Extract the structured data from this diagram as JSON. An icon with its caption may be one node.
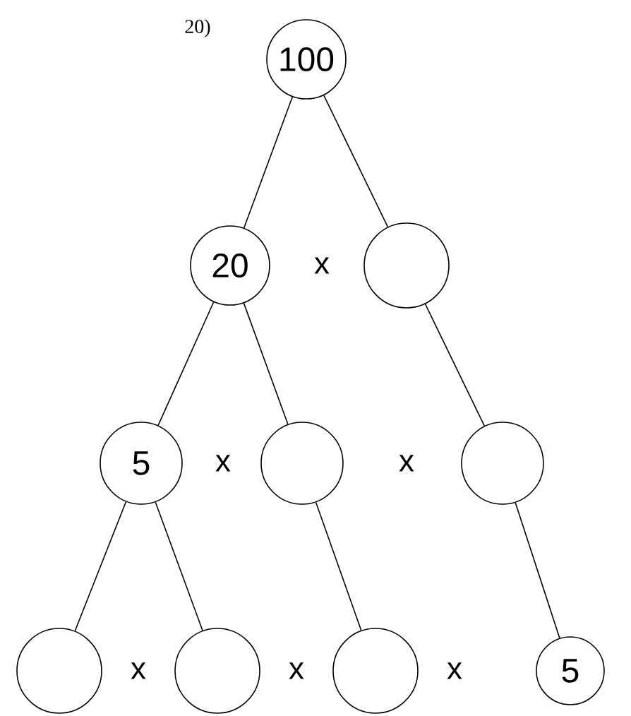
{
  "diagram": {
    "nodes": [
      {
        "text": [
          "100"
        ]
      },
      {
        "text": [
          "20"
        ]
      },
      {
        "text": [],
        "shape": "circle"
      },
      {
        "text": [
          "5"
        ]
      },
      {
        "text": [],
        "shape": "circle"
      },
      {
        "text": [],
        "shape": "circle"
      },
      {
        "text": [],
        "shape": "circle"
      },
      {
        "text": [],
        "shape": "circle"
      },
      {
        "text": [],
        "shape": "circle"
      },
      {
        "text": [
          "5"
        ]
      }
    ],
    "edges": [
      {
        "from": 0,
        "to": 1,
        "arrow": "none"
      },
      {
        "from": 0,
        "to": 2,
        "arrow": "none"
      },
      {
        "from": 1,
        "to": 3,
        "arrow": "none"
      },
      {
        "from": 1,
        "to": 4,
        "arrow": "none"
      },
      {
        "from": 2,
        "to": 5,
        "arrow": "none"
      },
      {
        "from": 3,
        "to": 6,
        "arrow": "none"
      },
      {
        "from": 3,
        "to": 7,
        "arrow": "none"
      },
      {
        "from": 4,
        "to": 8,
        "arrow": "none"
      },
      {
        "from": 5,
        "to": 9,
        "arrow": "none"
      }
    ],
    "labels": [
      "20)",
      "x",
      "x",
      "x",
      "x",
      "x",
      "x"
    ]
  }
}
